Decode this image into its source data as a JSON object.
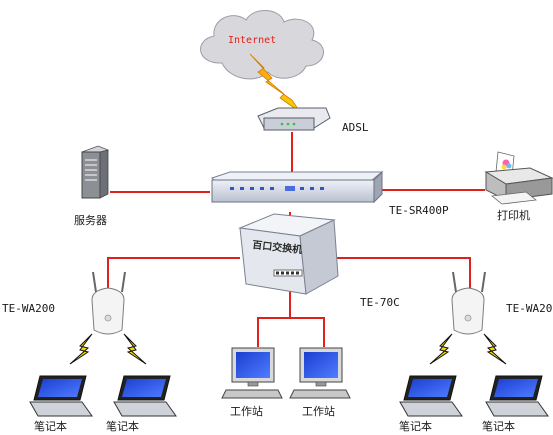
{
  "diagram": {
    "cloud_label": "Internet",
    "modem_label": "ADSL",
    "router_label": "TE-SR400P",
    "server_label": "服务器",
    "printer_label": "打印机",
    "switch_label": "TE-70C",
    "switch_face_text": "百口交换机",
    "ap_left_label": "TE-WA200",
    "ap_right_label": "TE-WA20",
    "laptop_labels": [
      "笔记本",
      "笔记本",
      "笔记本",
      "笔记本"
    ],
    "workstation_labels": [
      "工作站",
      "工作站"
    ]
  },
  "colors": {
    "link_line": "#e0201c",
    "wireless_bolt": "#f5d400",
    "cloud": "#d8d8dc"
  }
}
